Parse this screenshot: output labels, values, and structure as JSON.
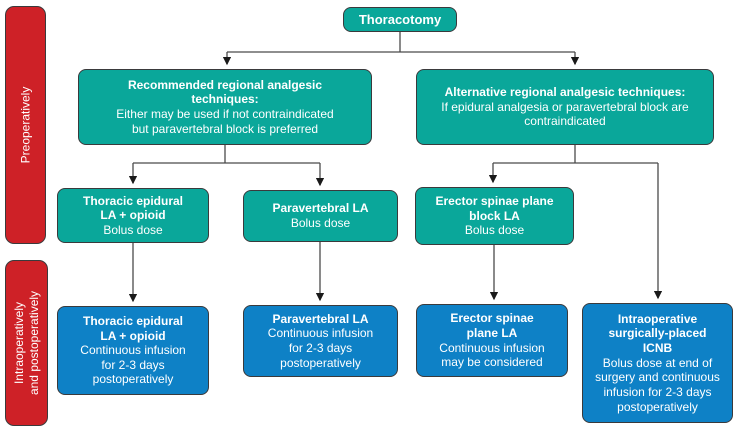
{
  "colors": {
    "teal": "#0aa79a",
    "blue": "#0e81c6",
    "red": "#ce2127",
    "box_border": "#3a3a3c",
    "connector": "#4a4a4a",
    "arrowhead": "#1a1a1a",
    "text": "#ffffff",
    "background": "#ffffff"
  },
  "side_labels": {
    "preoperative": {
      "lines": [
        "Preoperatively"
      ]
    },
    "intra_postoperative": {
      "lines": [
        "Intraoperatively",
        "and postoperatively"
      ]
    }
  },
  "nodes": {
    "root": {
      "title_lines": [
        "Thoracotomy"
      ]
    },
    "recommended": {
      "title_lines": [
        "Recommended regional analgesic",
        "techniques:"
      ],
      "body_lines": [
        "Either may be used if not contraindicated",
        "but paravertebral block is preferred"
      ]
    },
    "alternative": {
      "title_lines": [
        "Alternative regional analgesic techniques:"
      ],
      "body_lines": [
        "If epidural analgesia or paravertebral block are",
        "contraindicated"
      ]
    },
    "epidural_bolus": {
      "title_lines": [
        "Thoracic epidural",
        "LA + opioid"
      ],
      "body_lines": [
        "Bolus dose"
      ]
    },
    "paravertebral_bolus": {
      "title_lines": [
        "Paravertebral LA"
      ],
      "body_lines": [
        "Bolus dose"
      ]
    },
    "esp_bolus": {
      "title_lines": [
        "Erector spinae plane",
        "block LA"
      ],
      "body_lines": [
        "Bolus dose"
      ]
    },
    "epidural_infusion": {
      "title_lines": [
        "Thoracic epidural",
        "LA + opioid"
      ],
      "body_lines": [
        "Continuous infusion",
        "for 2-3 days",
        "postoperatively"
      ]
    },
    "paravertebral_infusion": {
      "title_lines": [
        "Paravertebral LA"
      ],
      "body_lines": [
        "Continuous infusion",
        "for 2-3 days",
        "postoperatively"
      ]
    },
    "esp_infusion": {
      "title_lines": [
        "Erector spinae",
        "plane LA"
      ],
      "body_lines": [
        "Continuous infusion",
        "may be considered"
      ]
    },
    "icnb": {
      "title_lines": [
        "Intraoperative",
        "surgically-placed",
        "ICNB"
      ],
      "body_lines": [
        "Bolus dose at end of",
        "surgery and continuous",
        "infusion for 2-3 days",
        "postoperatively"
      ]
    }
  }
}
